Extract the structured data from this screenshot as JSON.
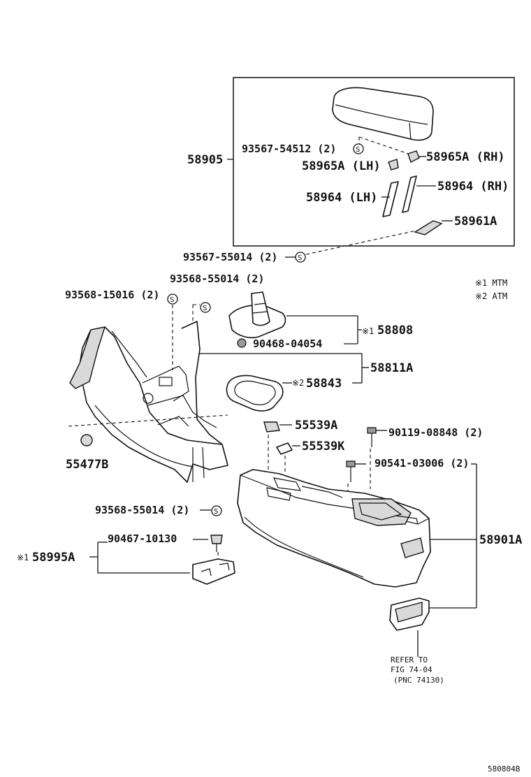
{
  "parts": {
    "p58905": "58905",
    "p93567_54512": "93567-54512 (2)",
    "p58965A_rh": "58965A (RH)",
    "p58965A_lh": "58965A (LH)",
    "p58964_lh": "58964 (LH)",
    "p58964_rh": "58964 (RH)",
    "p58961A": "58961A",
    "p93567_55014": "93567-55014 (2)",
    "p93568_55014_top": "93568-55014 (2)",
    "p93568_15016": "93568-15016 (2)",
    "p58808": "58808",
    "p90468_04054": "90468-04054",
    "p58811A": "58811A",
    "p58843": "58843",
    "p55477B": "55477B",
    "p55539A": "55539A",
    "p55539K": "55539K",
    "p90119_08848": "90119-08848 (2)",
    "p90541_03006": "90541-03006 (2)",
    "p93568_55014_low": "93568-55014 (2)",
    "p90467_10130": "90467-10130",
    "p58995A": "58995A",
    "p58901A": "58901A"
  },
  "markers": {
    "m1": "※1",
    "m2": "※2"
  },
  "legend": {
    "line1": "※1 MTM",
    "line2": "※2 ATM"
  },
  "reference": {
    "line1": "REFER TO",
    "line2": "FIG 74-04",
    "line3": "(PNC 74130)"
  },
  "symbols": {
    "s": "S"
  },
  "figure_id": "580804B"
}
